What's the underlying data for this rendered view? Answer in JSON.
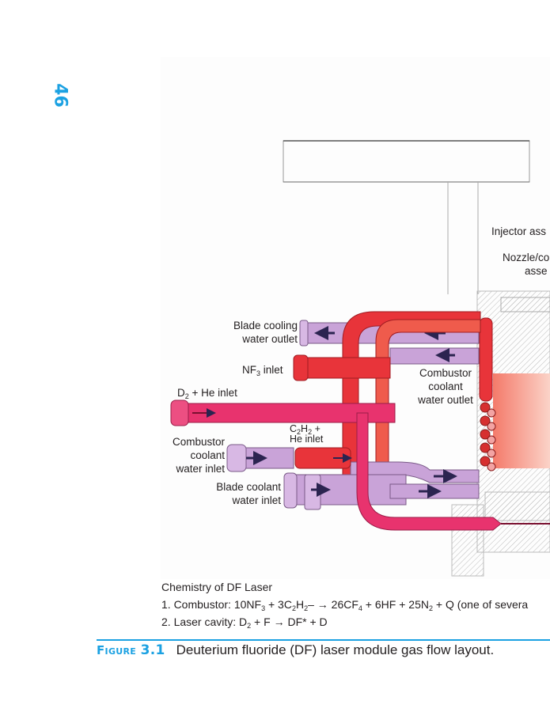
{
  "page": {
    "number": "46"
  },
  "figure": {
    "labels": {
      "injector": "Injector ass",
      "nozzle_line1": "Nozzle/co",
      "nozzle_line2": "asse",
      "blade_cooling_outlet_line1": "Blade cooling",
      "blade_cooling_outlet_line2": "water outlet",
      "nf3_inlet_pre": "NF",
      "nf3_inlet_sub": "3",
      "nf3_inlet_post": " inlet",
      "d2_he_pre": "D",
      "d2_he_sub": "2",
      "d2_he_post": " + He inlet",
      "combustor_outlet_line1": "Combustor",
      "combustor_outlet_line2": "coolant",
      "combustor_outlet_line3": "water outlet",
      "c2h2_a": "C",
      "c2h2_sub1": "2",
      "c2h2_b": "H",
      "c2h2_sub2": "2",
      "c2h2_c": " +",
      "c2h2_line2": "He inlet",
      "combustor_inlet_line1": "Combustor",
      "combustor_inlet_line2": "coolant",
      "combustor_inlet_line3": "water inlet",
      "blade_inlet_line1": "Blade coolant",
      "blade_inlet_line2": "water inlet"
    },
    "colors": {
      "fuel_red": "#e8343a",
      "deuterium_pink": "#e8336e",
      "coolant_lavender": "#c9a3d8",
      "cavity_salmon": "#f59a80",
      "arrow_navy": "#2b2450",
      "accent_blue": "#1ba1e2"
    }
  },
  "chemistry": {
    "title": "Chemistry of DF Laser",
    "line1": {
      "prefix": "1. Combustor: 10NF",
      "s1": "3",
      "t1": " + 3C",
      "s2": "2",
      "t2": "H",
      "s3": "2",
      "t3": "– → 26CF",
      "s4": "4",
      "t4": " + 6HF + 25N",
      "s5": "2",
      "t5": " + Q (one of severa"
    },
    "line2": {
      "prefix": "2. Laser cavity: D",
      "s1": "2",
      "t1": " + F → DF* + D"
    }
  },
  "caption": {
    "label": "Figure",
    "number": "3.1",
    "text": "Deuterium fluoride (DF) laser module gas flow layout."
  }
}
